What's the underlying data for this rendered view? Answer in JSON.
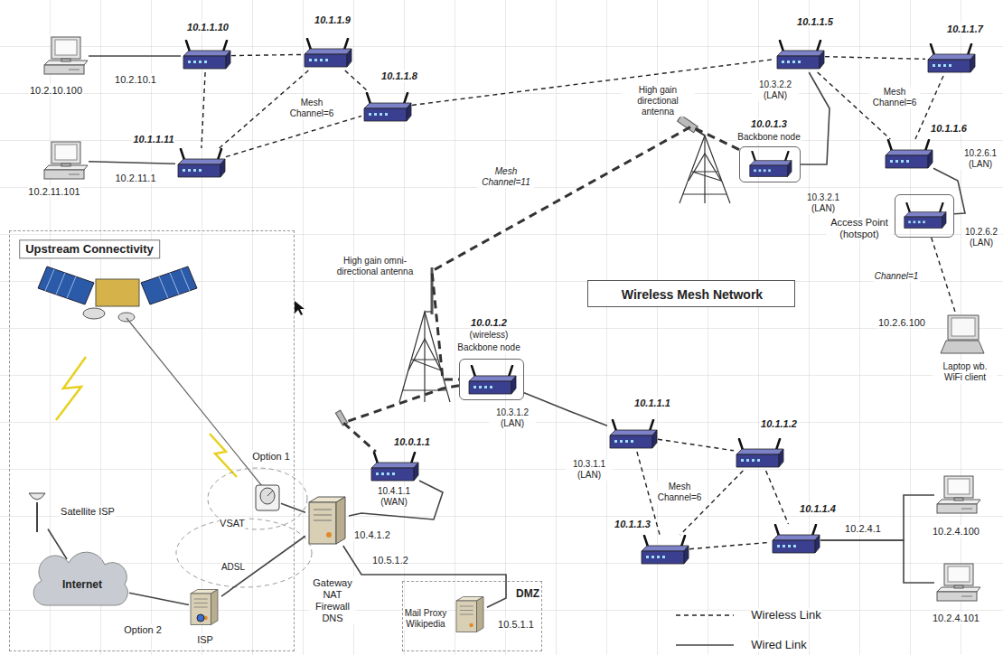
{
  "diagram": {
    "nodes": [
      {
        "text": [
          "10.2.10.100"
        ]
      },
      {
        "text": [
          "10.1.1.10",
          "10.2.10.1"
        ]
      },
      {
        "text": [
          "10.1.1.9"
        ]
      },
      {
        "text": [
          "10.1.1.8"
        ]
      },
      {
        "text": [
          "10.1.1.11",
          "10.2.11.1"
        ]
      },
      {
        "text": [
          "10.2.11.101"
        ]
      },
      {
        "text": [
          "10.1.1.5",
          "10.3.2.2 (LAN)"
        ]
      },
      {
        "text": [
          "10.1.1.7"
        ]
      },
      {
        "text": [
          "10.0.1.3",
          "Backbone node",
          "10.3.2.1 (LAN)"
        ]
      },
      {
        "text": [
          "10.1.1.6",
          "10.2.6.1 (LAN)"
        ]
      },
      {
        "text": [
          "Access Point (hotspot)",
          "10.2.6.2 (LAN)"
        ]
      },
      {
        "text": [
          "Upstream Connectivity"
        ]
      },
      {
        "text": [
          "Satellite ISP"
        ],
        "in": 11
      },
      {
        "text": [
          "VSAT"
        ],
        "in": 11
      },
      {
        "text": [
          "Internet"
        ],
        "in": 11
      },
      {
        "text": [
          "ISP"
        ],
        "in": 11
      },
      {
        "text": [
          "Wireless Mesh Network"
        ]
      },
      {
        "text": [
          "10.2.6.100",
          "Laptop wb. WiFi client"
        ]
      },
      {
        "text": [
          "10.0.1.2",
          "(wireless)",
          "Backbone node",
          "10.3.1.2 (LAN)"
        ]
      },
      {
        "text": [
          "10.1.1.1",
          "10.3.1.1 (LAN)"
        ]
      },
      {
        "text": [
          "10.1.1.2"
        ]
      },
      {
        "text": [
          "10.0.1.1",
          "10.4.1.1 (WAN)"
        ]
      },
      {
        "text": [
          "Gateway NAT Firewall DNS",
          "10.4.1.2",
          "10.5.1.2"
        ]
      },
      {
        "text": [
          "10.1.1.4",
          "10.2.4.1"
        ]
      },
      {
        "text": [
          "10.1.1.3"
        ]
      },
      {
        "text": [
          "10.2.4.100"
        ]
      },
      {
        "text": [
          "DMZ"
        ]
      },
      {
        "text": [
          "Mail Proxy Wikipedia",
          "10.5.1.1"
        ],
        "in": 26
      },
      {
        "text": [
          "10.2.4.101"
        ]
      }
    ],
    "edges": [
      {
        "from": 0,
        "to": 1,
        "arrow": "none"
      },
      {
        "from": 5,
        "to": 4,
        "arrow": "none"
      },
      {
        "from": 1,
        "to": 2,
        "arrow": "none"
      },
      {
        "from": 1,
        "to": 4,
        "arrow": "none"
      },
      {
        "from": 2,
        "to": 3,
        "arrow": "none"
      },
      {
        "from": 4,
        "to": 2,
        "arrow": "none"
      },
      {
        "from": 4,
        "to": 3,
        "arrow": "none"
      },
      {
        "from": 3,
        "to": 6,
        "arrow": "none"
      },
      {
        "from": 6,
        "to": 7,
        "arrow": "none"
      },
      {
        "from": 6,
        "to": 9,
        "arrow": "none"
      },
      {
        "from": 7,
        "to": 9,
        "arrow": "none"
      },
      {
        "from": 6,
        "to": 8,
        "arrow": "none"
      },
      {
        "from": 9,
        "to": 10,
        "arrow": "none"
      },
      {
        "from": 10,
        "to": 17,
        "label": "Channel=1",
        "arrow": "none"
      },
      {
        "from": 8,
        "to": 18,
        "label": "Mesh Channel=11",
        "arrow": "none"
      },
      {
        "from": 18,
        "to": 21,
        "arrow": "none"
      },
      {
        "from": 18,
        "to": 19,
        "arrow": "none"
      },
      {
        "from": 19,
        "to": 20,
        "arrow": "none"
      },
      {
        "from": 19,
        "to": 24,
        "arrow": "none"
      },
      {
        "from": 20,
        "to": 24,
        "arrow": "none"
      },
      {
        "from": 20,
        "to": 23,
        "arrow": "none"
      },
      {
        "from": 24,
        "to": 23,
        "arrow": "none"
      },
      {
        "from": 23,
        "to": 25,
        "arrow": "none"
      },
      {
        "from": 23,
        "to": 28,
        "arrow": "none"
      },
      {
        "from": 21,
        "to": 22,
        "arrow": "none"
      },
      {
        "from": 22,
        "to": 27,
        "arrow": "none"
      },
      {
        "from": 22,
        "to": 15,
        "label": "ADSL",
        "arrow": "none"
      },
      {
        "from": 13,
        "to": 22,
        "arrow": "none"
      },
      {
        "from": 15,
        "to": 14,
        "arrow": "none"
      },
      {
        "from": 14,
        "to": 12,
        "arrow": "none"
      }
    ],
    "labels": [
      "Mesh Channel=6",
      "High gain directional antenna",
      "Mesh Channel=6",
      "High gain omni-directional antenna",
      "Option 1",
      "Mesh Channel=6",
      "Option 2"
    ],
    "legend": [
      {
        "text": "Wireless Link"
      },
      {
        "text": "Wired Link"
      }
    ]
  }
}
